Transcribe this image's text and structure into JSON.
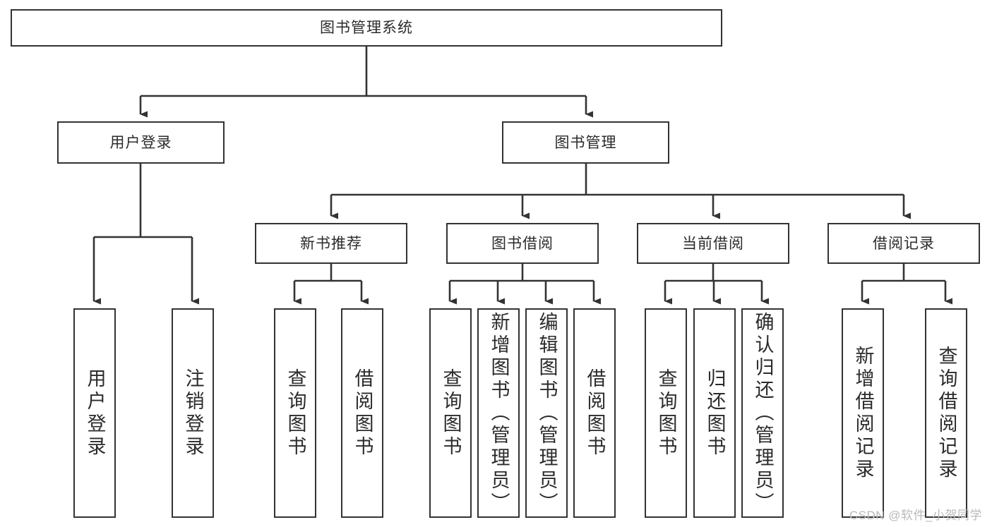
{
  "diagram": {
    "title": "图书管理系统",
    "type": "tree-hierarchy-diagram",
    "watermark": "CSDN @软件_小贺同学",
    "colors": {
      "box_border": "#333333",
      "box_fill": "#ffffff",
      "connector": "#333333",
      "text": "#2b2b2b",
      "watermark": "#b9b9b9",
      "background": "#ffffff"
    },
    "root": {
      "label": "图书管理系统"
    },
    "level2": [
      {
        "label": "用户登录"
      },
      {
        "label": "图书管理"
      }
    ],
    "level3": [
      {
        "label": "新书推荐"
      },
      {
        "label": "图书借阅"
      },
      {
        "label": "当前借阅"
      },
      {
        "label": "借阅记录"
      }
    ],
    "leaves": {
      "user_login": [
        {
          "label": "用户登录"
        },
        {
          "label": "注销登录"
        }
      ],
      "new_book_recommend": [
        {
          "label": "查询图书"
        },
        {
          "label": "借阅图书"
        }
      ],
      "book_borrow": [
        {
          "label": "查询图书"
        },
        {
          "label": "新增图书（管理员）"
        },
        {
          "label": "编辑图书（管理员）"
        },
        {
          "label": "借阅图书"
        }
      ],
      "current_borrow": [
        {
          "label": "查询图书"
        },
        {
          "label": "归还图书"
        },
        {
          "label": "确认归还（管理员）"
        }
      ],
      "borrow_record": [
        {
          "label": "新增借阅记录"
        },
        {
          "label": "查询借阅记录"
        }
      ]
    }
  }
}
